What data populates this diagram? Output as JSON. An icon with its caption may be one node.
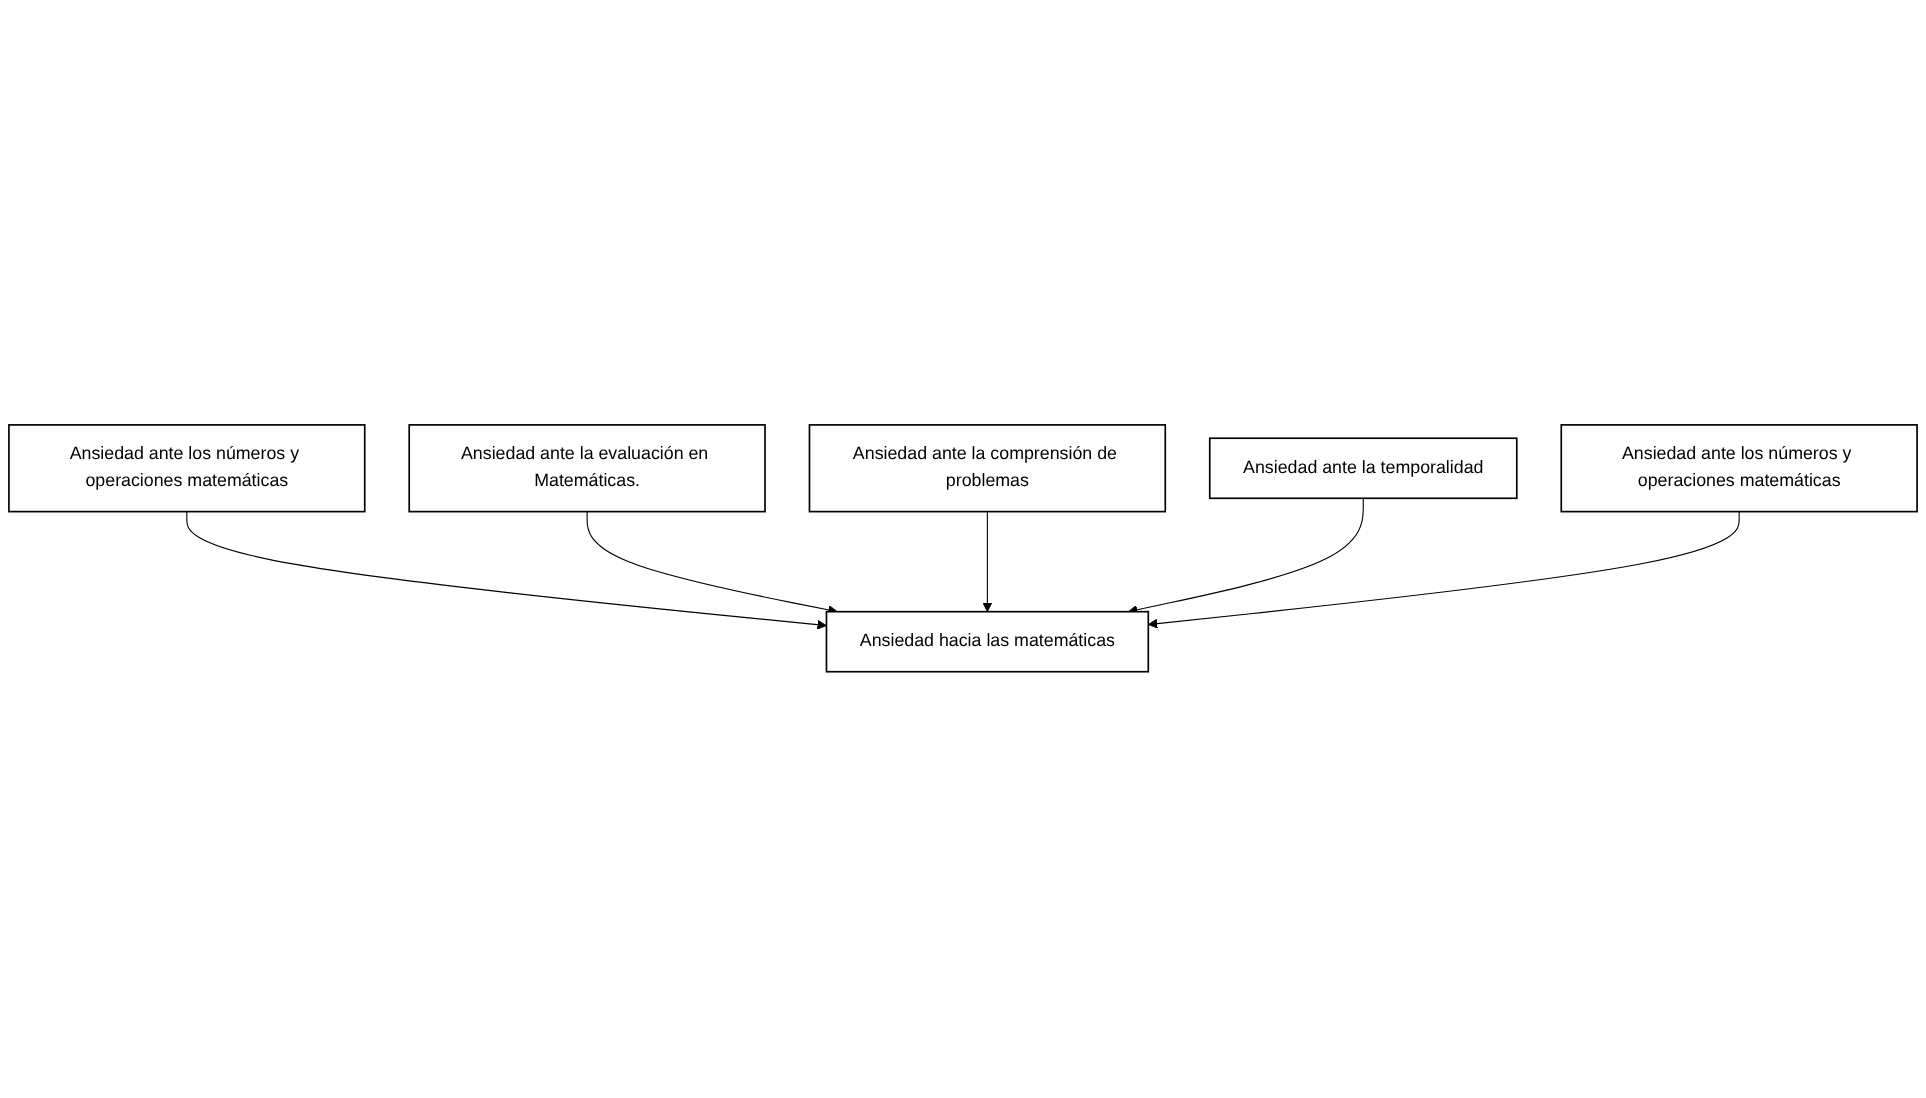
{
  "diagram": {
    "nodes": [
      {
        "text": [
          "Ansiedad ante los números y operaciones matemáticas"
        ]
      },
      {
        "text": [
          "Ansiedad ante la evaluación en Matemáticas."
        ]
      },
      {
        "text": [
          "Ansiedad hacia las matemáticas"
        ]
      },
      {
        "text": [
          "Ansiedad ante la comprensión de problemas"
        ]
      },
      {
        "text": [
          "Ansiedad ante la temporalidad"
        ]
      },
      {
        "text": [
          "Ansiedad ante los números y operaciones matemáticas"
        ]
      }
    ],
    "edges": [
      {
        "from": 0,
        "to": 2,
        "arrow": "to"
      },
      {
        "from": 1,
        "to": 2,
        "arrow": "to"
      },
      {
        "from": 3,
        "to": 2,
        "arrow": "to"
      },
      {
        "from": 4,
        "to": 2,
        "arrow": "to"
      },
      {
        "from": 5,
        "to": 2,
        "arrow": "to"
      }
    ]
  }
}
